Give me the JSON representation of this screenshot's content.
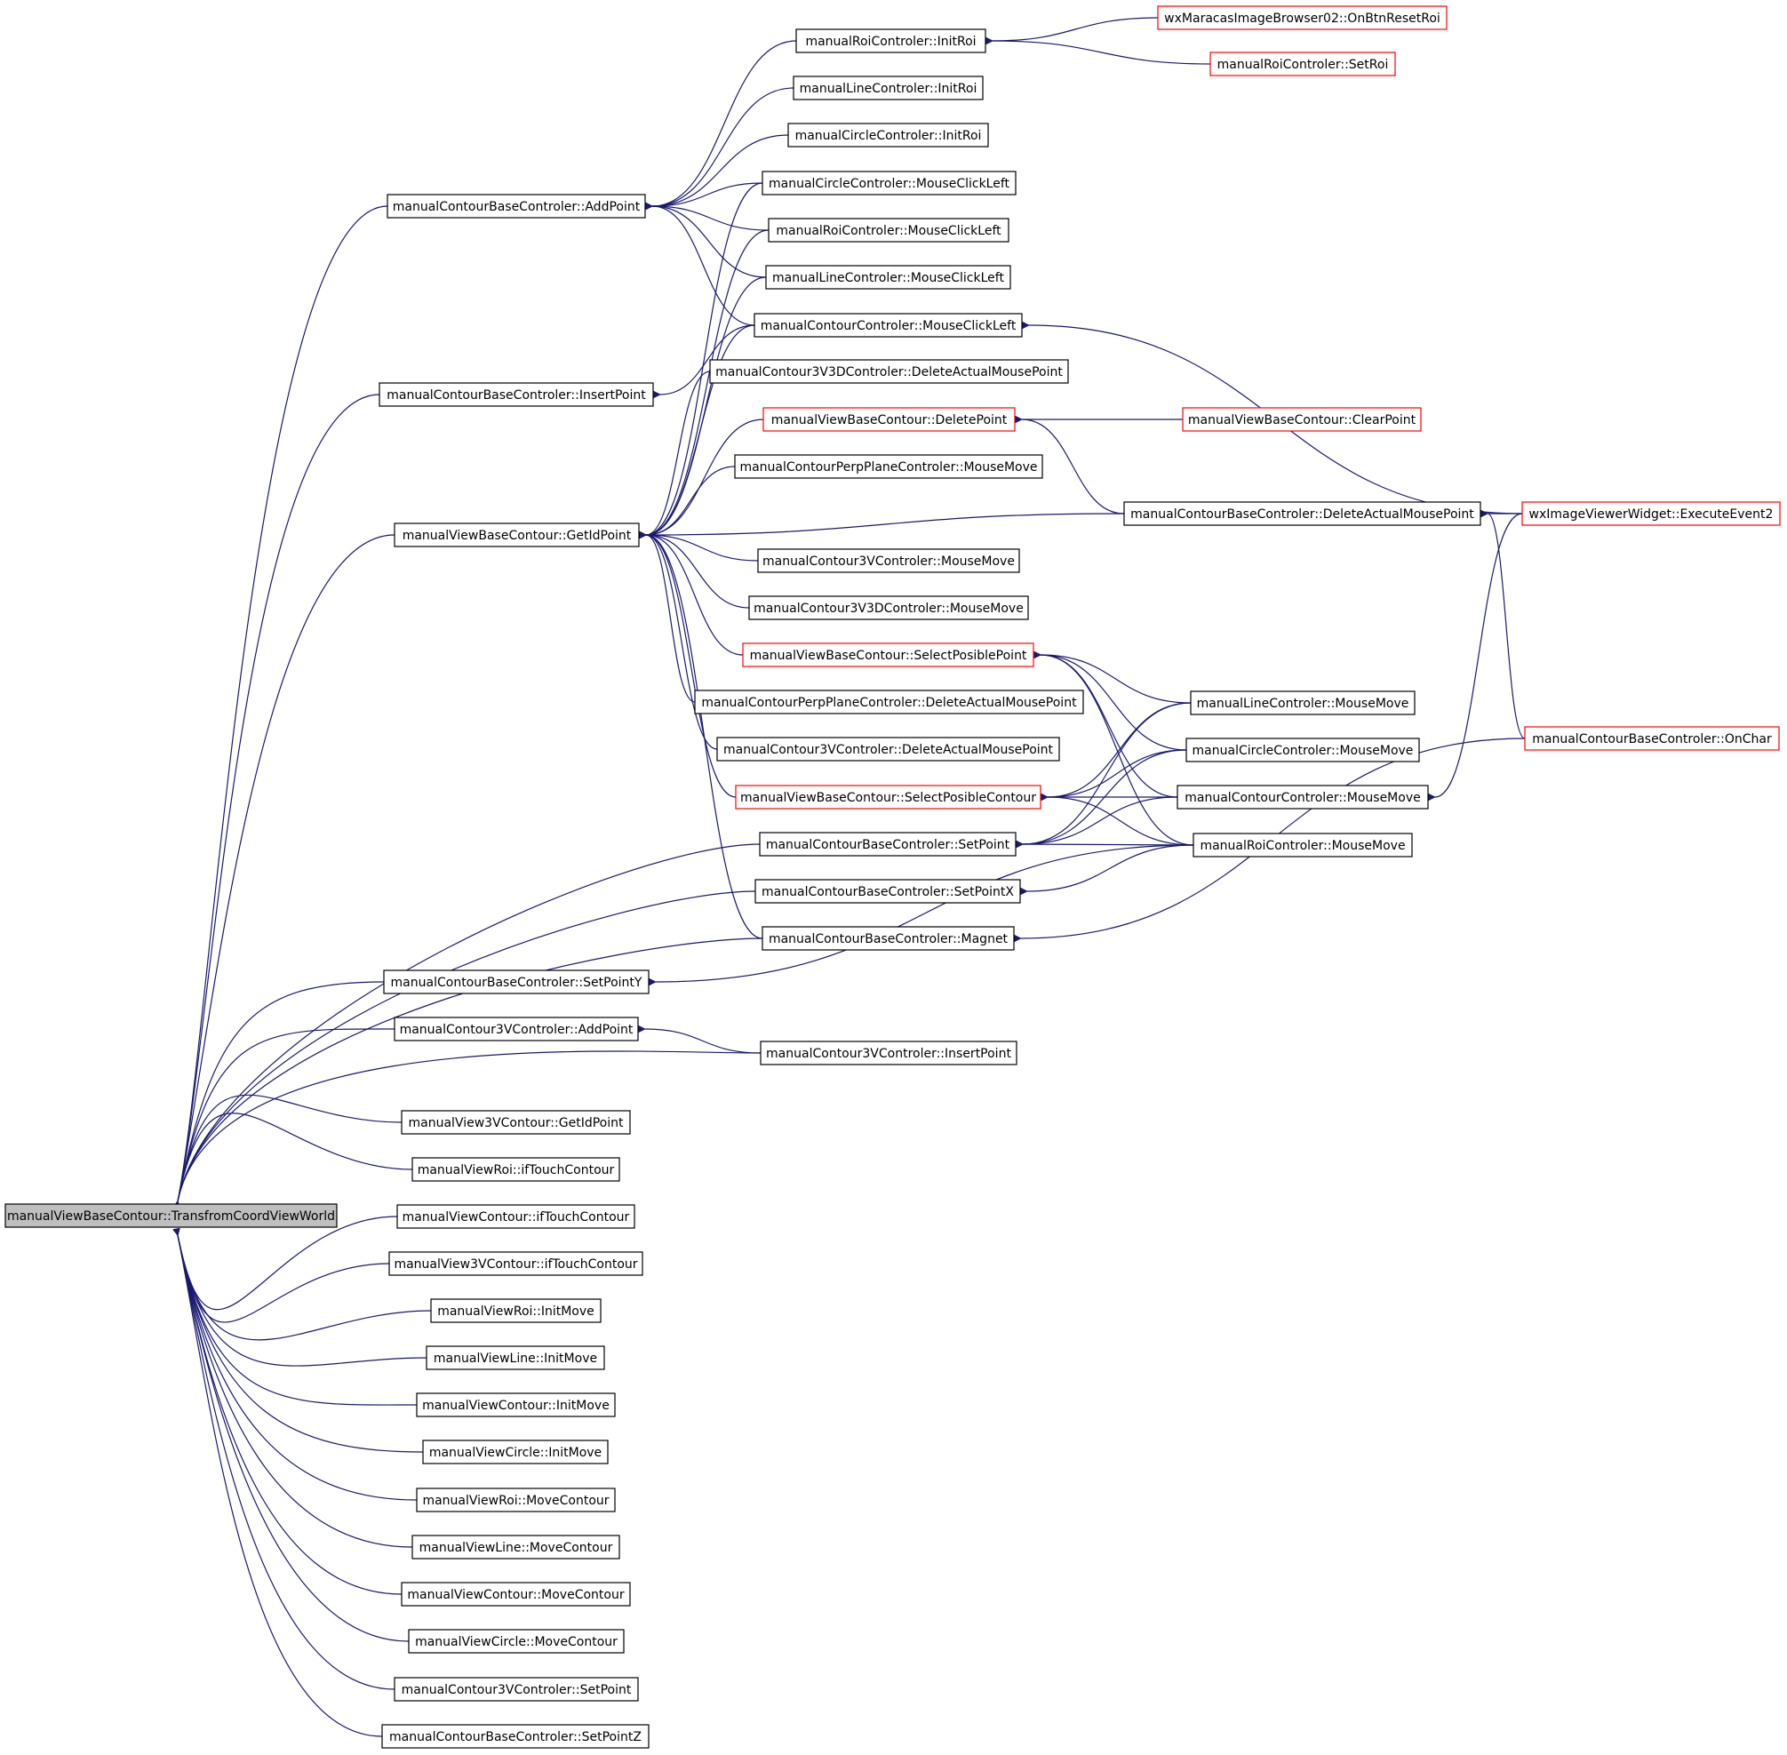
{
  "graph": {
    "colors": {
      "edge": "#191970",
      "node_border": "#000000",
      "node_border_truncated": "#ff0000",
      "root_fill": "#bfbfbf",
      "node_fill": "#ffffff"
    },
    "root": "manualViewBaseContour::TransfromCoordViewWorld",
    "nodes": [
      {
        "id": "n0",
        "label": "manualViewBaseContour::TransfromCoordViewWorld",
        "root": true
      },
      {
        "id": "n1",
        "label": "manualContourBaseControler::AddPoint"
      },
      {
        "id": "n2",
        "label": "manualContourBaseControler::InsertPoint"
      },
      {
        "id": "n3",
        "label": "manualViewBaseContour::GetIdPoint"
      },
      {
        "id": "n4",
        "label": "manualContourBaseControler::SetPointY"
      },
      {
        "id": "n5",
        "label": "manualContour3VControler::AddPoint"
      },
      {
        "id": "n6",
        "label": "manualView3VContour::GetIdPoint"
      },
      {
        "id": "n7",
        "label": "manualViewRoi::ifTouchContour"
      },
      {
        "id": "n8",
        "label": "manualViewContour::ifTouchContour"
      },
      {
        "id": "n9",
        "label": "manualView3VContour::ifTouchContour"
      },
      {
        "id": "n10",
        "label": "manualViewRoi::InitMove"
      },
      {
        "id": "n11",
        "label": "manualViewLine::InitMove"
      },
      {
        "id": "n12",
        "label": "manualViewContour::InitMove"
      },
      {
        "id": "n13",
        "label": "manualViewCircle::InitMove"
      },
      {
        "id": "n14",
        "label": "manualViewRoi::MoveContour"
      },
      {
        "id": "n15",
        "label": "manualViewLine::MoveContour"
      },
      {
        "id": "n16",
        "label": "manualViewContour::MoveContour"
      },
      {
        "id": "n17",
        "label": "manualViewCircle::MoveContour"
      },
      {
        "id": "n18",
        "label": "manualContour3VControler::SetPoint"
      },
      {
        "id": "n19",
        "label": "manualContourBaseControler::SetPointZ"
      },
      {
        "id": "n20",
        "label": "manualRoiControler::InitRoi"
      },
      {
        "id": "n21",
        "label": "manualLineControler::InitRoi"
      },
      {
        "id": "n22",
        "label": "manualCircleControler::InitRoi"
      },
      {
        "id": "n23",
        "label": "manualCircleControler::MouseClickLeft"
      },
      {
        "id": "n24",
        "label": "manualRoiControler::MouseClickLeft"
      },
      {
        "id": "n25",
        "label": "manualLineControler::MouseClickLeft"
      },
      {
        "id": "n26",
        "label": "manualContourControler::MouseClickLeft"
      },
      {
        "id": "n27",
        "label": "manualContour3V3DControler::DeleteActualMousePoint"
      },
      {
        "id": "n28",
        "label": "manualViewBaseContour::DeletePoint",
        "truncated": true
      },
      {
        "id": "n29",
        "label": "manualContourPerpPlaneControler::MouseMove"
      },
      {
        "id": "n30",
        "label": "manualContour3VControler::MouseMove"
      },
      {
        "id": "n31",
        "label": "manualContour3V3DControler::MouseMove"
      },
      {
        "id": "n32",
        "label": "manualViewBaseContour::SelectPosiblePoint",
        "truncated": true
      },
      {
        "id": "n33",
        "label": "manualContourPerpPlaneControler::DeleteActualMousePoint"
      },
      {
        "id": "n34",
        "label": "manualContour3VControler::DeleteActualMousePoint"
      },
      {
        "id": "n35",
        "label": "manualViewBaseContour::SelectPosibleContour",
        "truncated": true
      },
      {
        "id": "n36",
        "label": "manualContourBaseControler::SetPoint"
      },
      {
        "id": "n37",
        "label": "manualContourBaseControler::SetPointX"
      },
      {
        "id": "n38",
        "label": "manualContourBaseControler::Magnet"
      },
      {
        "id": "n39",
        "label": "manualContour3VControler::InsertPoint"
      },
      {
        "id": "n40",
        "label": "wxMaracasImageBrowser02::OnBtnResetRoi",
        "truncated": true
      },
      {
        "id": "n41",
        "label": "manualRoiControler::SetRoi",
        "truncated": true
      },
      {
        "id": "n42",
        "label": "manualViewBaseContour::ClearPoint",
        "truncated": true
      },
      {
        "id": "n43",
        "label": "manualContourBaseControler::DeleteActualMousePoint"
      },
      {
        "id": "n44",
        "label": "manualLineControler::MouseMove"
      },
      {
        "id": "n45",
        "label": "manualCircleControler::MouseMove"
      },
      {
        "id": "n46",
        "label": "manualContourControler::MouseMove"
      },
      {
        "id": "n47",
        "label": "manualRoiControler::MouseMove"
      },
      {
        "id": "n48",
        "label": "wxImageViewerWidget::ExecuteEvent2",
        "truncated": true
      },
      {
        "id": "n49",
        "label": "manualContourBaseControler::OnChar",
        "truncated": true
      }
    ],
    "edges": [
      [
        "n1",
        "n0"
      ],
      [
        "n2",
        "n0"
      ],
      [
        "n3",
        "n0"
      ],
      [
        "n4",
        "n0"
      ],
      [
        "n5",
        "n0"
      ],
      [
        "n6",
        "n0"
      ],
      [
        "n7",
        "n0"
      ],
      [
        "n8",
        "n0"
      ],
      [
        "n9",
        "n0"
      ],
      [
        "n10",
        "n0"
      ],
      [
        "n11",
        "n0"
      ],
      [
        "n12",
        "n0"
      ],
      [
        "n13",
        "n0"
      ],
      [
        "n14",
        "n0"
      ],
      [
        "n15",
        "n0"
      ],
      [
        "n16",
        "n0"
      ],
      [
        "n17",
        "n0"
      ],
      [
        "n18",
        "n0"
      ],
      [
        "n19",
        "n0"
      ],
      [
        "n36",
        "n0"
      ],
      [
        "n37",
        "n0"
      ],
      [
        "n38",
        "n0"
      ],
      [
        "n39",
        "n0"
      ],
      [
        "n20",
        "n1"
      ],
      [
        "n21",
        "n1"
      ],
      [
        "n22",
        "n1"
      ],
      [
        "n23",
        "n1"
      ],
      [
        "n24",
        "n1"
      ],
      [
        "n25",
        "n1"
      ],
      [
        "n26",
        "n1"
      ],
      [
        "n26",
        "n2"
      ],
      [
        "n23",
        "n3"
      ],
      [
        "n24",
        "n3"
      ],
      [
        "n25",
        "n3"
      ],
      [
        "n26",
        "n3"
      ],
      [
        "n27",
        "n3"
      ],
      [
        "n28",
        "n3"
      ],
      [
        "n29",
        "n3"
      ],
      [
        "n43",
        "n3"
      ],
      [
        "n30",
        "n3"
      ],
      [
        "n31",
        "n3"
      ],
      [
        "n32",
        "n3"
      ],
      [
        "n33",
        "n3"
      ],
      [
        "n34",
        "n3"
      ],
      [
        "n35",
        "n3"
      ],
      [
        "n38",
        "n3"
      ],
      [
        "n47",
        "n4"
      ],
      [
        "n39",
        "n5"
      ],
      [
        "n40",
        "n20"
      ],
      [
        "n41",
        "n20"
      ],
      [
        "n48",
        "n26"
      ],
      [
        "n42",
        "n28"
      ],
      [
        "n43",
        "n28"
      ],
      [
        "n48",
        "n43"
      ],
      [
        "n49",
        "n43"
      ],
      [
        "n44",
        "n32"
      ],
      [
        "n45",
        "n32"
      ],
      [
        "n46",
        "n32"
      ],
      [
        "n47",
        "n32"
      ],
      [
        "n44",
        "n35"
      ],
      [
        "n45",
        "n35"
      ],
      [
        "n46",
        "n35"
      ],
      [
        "n47",
        "n35"
      ],
      [
        "n44",
        "n36"
      ],
      [
        "n45",
        "n36"
      ],
      [
        "n46",
        "n36"
      ],
      [
        "n47",
        "n36"
      ],
      [
        "n47",
        "n37"
      ],
      [
        "n49",
        "n38"
      ],
      [
        "n48",
        "n46"
      ]
    ]
  }
}
